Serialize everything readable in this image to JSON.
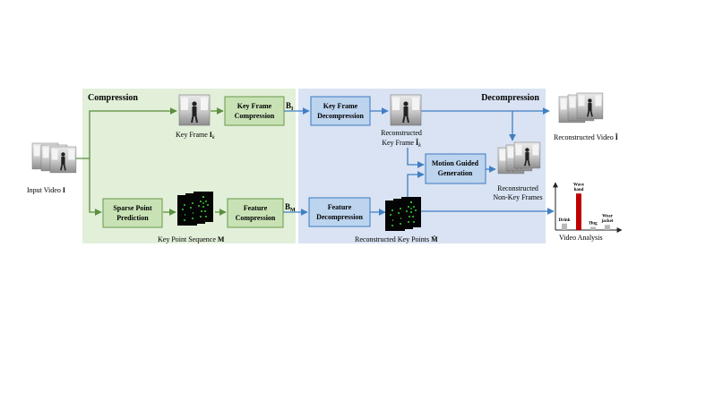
{
  "regions": {
    "compression": "Compression",
    "decompression": "Decompression"
  },
  "boxes": {
    "key_frame_compression": [
      "Key Frame",
      "Compression"
    ],
    "key_frame_decompression": [
      "Key Frame",
      "Decompression"
    ],
    "sparse_point_prediction": [
      "Sparse Point",
      "Prediction"
    ],
    "feature_compression": [
      "Feature",
      "Compression"
    ],
    "feature_decompression": [
      "Feature",
      "Decompression"
    ],
    "motion_guided_generation": [
      "Motion Guided",
      "Generation"
    ]
  },
  "labels": {
    "input_video": "Input Video",
    "input_video_sym": "I",
    "key_frame": "Key Frame",
    "key_frame_sym": "I",
    "key_frame_sub": "k",
    "key_point_sequence": "Key Point Sequence",
    "key_point_sym": "M",
    "reconstructed_key_frame_line1": "Reconstructed",
    "reconstructed_key_frame_line2": "Key Frame",
    "reconstructed_key_frame_sym": "Î",
    "reconstructed_key_frame_sub": "k",
    "reconstructed_key_points": "Reconstructed Key Points",
    "reconstructed_key_points_sym": "M̂",
    "reconstructed_video": "Reconstructed Video",
    "reconstructed_video_sym": "Î",
    "reconstructed_non_key_line1": "Reconstructed",
    "reconstructed_non_key_line2": "Non-Key Frames",
    "bitstream_i": "B",
    "bitstream_i_sub": "I",
    "bitstream_m": "B",
    "bitstream_m_sub": "M",
    "video_analysis": "Video Analysis"
  },
  "analysis_chart": {
    "categories": [
      "Drink",
      "Wave hand",
      "Hug",
      "Wear jacket"
    ],
    "category_lines": [
      [
        "Drink"
      ],
      [
        "Wave",
        "hand"
      ],
      [
        "Hug"
      ],
      [
        "Wear",
        "jacket"
      ]
    ],
    "values": [
      0.15,
      0.85,
      0.07,
      0.12
    ],
    "highlight_index": 1
  },
  "colors": {
    "compression_bg": "#e2efd9",
    "decompression_bg": "#d9e3f3",
    "green_box_fill": "#c8e2b5",
    "green_box_stroke": "#6a9a4a",
    "blue_box_fill": "#bdd4ee",
    "blue_box_stroke": "#3b78c0",
    "green_arrow": "#5a8f3c",
    "blue_arrow": "#3f7fc4",
    "bar_gray": "#b8b8b8",
    "bar_red": "#c00000"
  }
}
